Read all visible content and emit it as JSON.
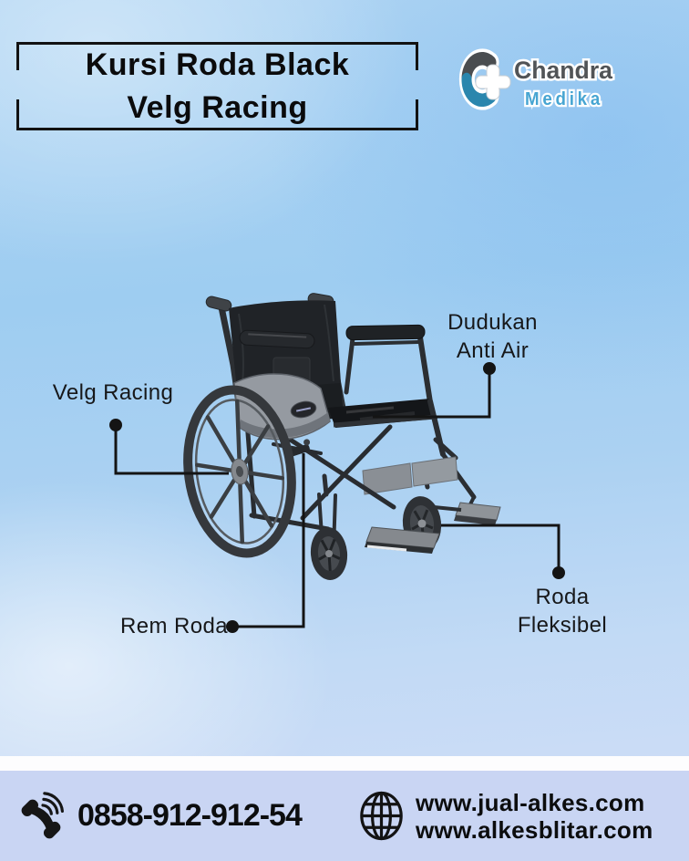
{
  "header": {
    "title_line1": "Kursi Roda Black",
    "title_line2": "Velg Racing",
    "logo": {
      "brand_top": "Chandra",
      "brand_bottom": "Medika",
      "mark_icon": "medical-cross-c-icon"
    }
  },
  "product_image": {
    "subject": "black wheelchair with racing rims"
  },
  "callouts": {
    "velg_racing": "Velg Racing",
    "dudukan_line1": "Dudukan",
    "dudukan_line2": "Anti Air",
    "rem_roda": "Rem Roda",
    "roda_line1": "Roda",
    "roda_line2": "Fleksibel"
  },
  "footer": {
    "phone_icon": "phone-handset-icon",
    "phone": "0858-912-912-54",
    "web_icon": "globe-icon",
    "website1": "www.jual-alkes.com",
    "website2": "www.alkesblitar.com"
  },
  "colors": {
    "sky_top": "#aed4f3",
    "sky_bottom": "#cbdcf6",
    "divider_stripe": "#fdfdfe",
    "footer_bar": "#c9d5f3",
    "text_dark": "#0c0d0e",
    "callout_line": "#141414",
    "logo_gray": "#4a4d50",
    "logo_blue": "#2a86ad",
    "medika_text_blue": "#47a5d2"
  }
}
